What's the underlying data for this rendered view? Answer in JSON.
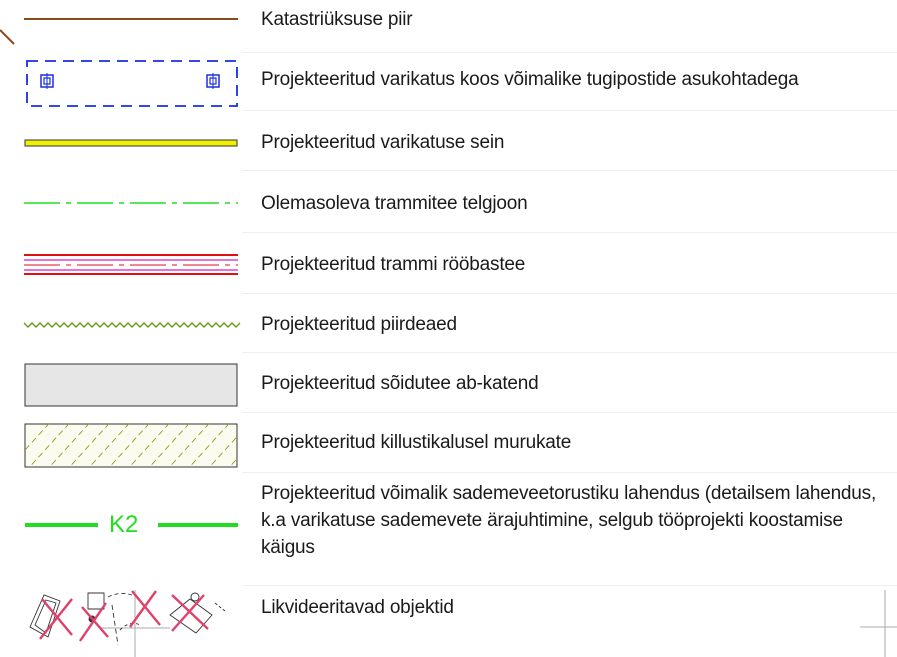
{
  "legend": {
    "items": [
      {
        "label": "Katastriüksuse piir",
        "symbol": "line-brown"
      },
      {
        "label": "Projekteeritud varikatus koos võimalike tugipostide asukohtadega",
        "symbol": "canopy-dashed-blue"
      },
      {
        "label": "Projekteeritud varikatuse sein",
        "symbol": "bar-yellow"
      },
      {
        "label": "Olemasoleva trammitee telgjoon",
        "symbol": "dashdot-green"
      },
      {
        "label": "Projekteeritud trammi rööbastee",
        "symbol": "tramtrack-red-magenta"
      },
      {
        "label": "Projekteeritud piirdeaed",
        "symbol": "zigzag-green"
      },
      {
        "label": "Projekteeritud sõidutee ab-katend",
        "symbol": "gray-box"
      },
      {
        "label": "Projekteeritud killustikalusel murukate",
        "symbol": "hatched-box"
      },
      {
        "label": "Projekteeritud võimalik sademeveetorustiku lahendus (detailsem lahendus, k.a varikatuse sademevete ärajuhtimine, selgub tööprojekti koostamise käigus",
        "symbol": "green-line-K2",
        "symbol_text": "K2"
      },
      {
        "label": "Likvideeritavad objektid",
        "symbol": "demolished-objects"
      }
    ]
  },
  "colors": {
    "brown": "#8a4a1a",
    "blue": "#1a2ee0",
    "yellow": "#f0f000",
    "green": "#22dd22",
    "red": "#e01010",
    "magenta": "#d020d0",
    "olive": "#6a9a1a",
    "gray_fill": "#e6e6e6",
    "x_marks": "#e0406a"
  }
}
